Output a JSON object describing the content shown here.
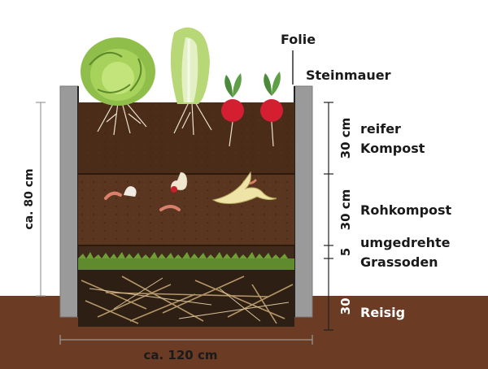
{
  "labels": {
    "foil": "Folie",
    "stone_wall": "Steinmauer",
    "height_total": "ca. 80 cm",
    "width_total": "ca. 120 cm"
  },
  "layers": [
    {
      "thickness": "30 cm",
      "name_line1": "reifer",
      "name_line2": "Kompost"
    },
    {
      "thickness": "30 cm",
      "name_line1": "Rohkompost",
      "name_line2": ""
    },
    {
      "thickness": "5",
      "name_line1": "umgedrehte",
      "name_line2": "Grassoden"
    },
    {
      "thickness": "30 cm",
      "name_line1": "Reisig",
      "name_line2": ""
    }
  ],
  "colors": {
    "ground": "#6b3b24",
    "mature_compost": "#4a2c18",
    "raw_compost": "#5a3620",
    "grass_sod": "#3f2a1c",
    "grass_green": "#5f8a2e",
    "wall": "#9a9a9a",
    "brushwood": "#b49668"
  },
  "icons": [
    "lettuce-icon",
    "romaine-icon",
    "radish-icon",
    "worm-icon",
    "banana-peel-icon",
    "apple-core-icon",
    "eggshell-icon"
  ]
}
